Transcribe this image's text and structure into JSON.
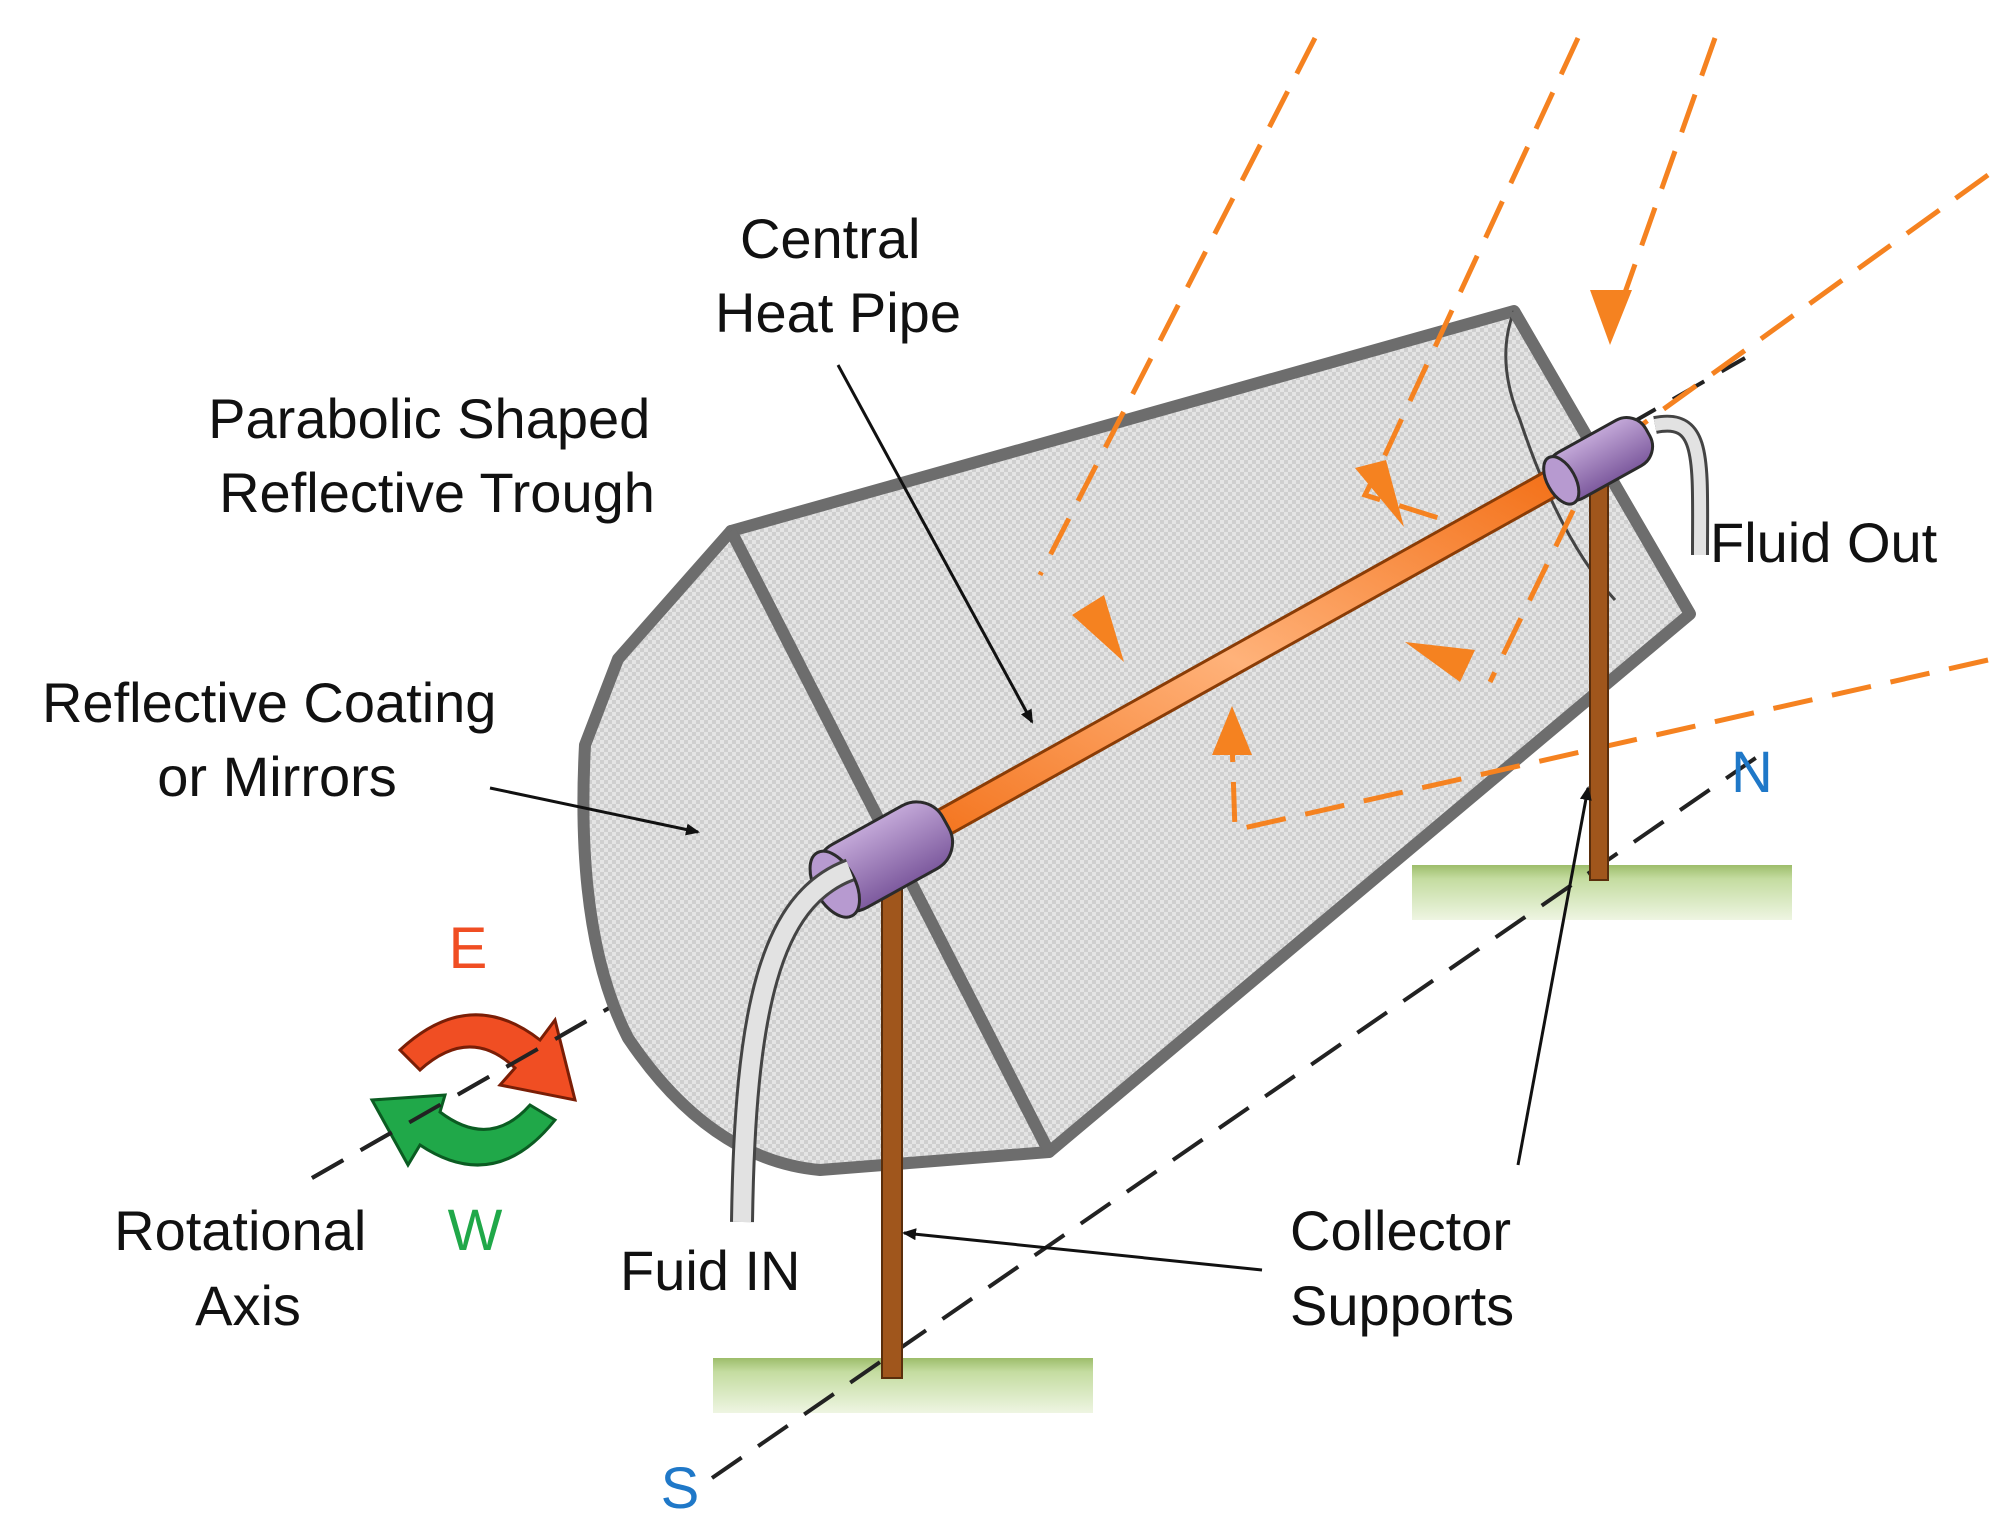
{
  "labels": {
    "central_heat_pipe": [
      "Central",
      "Heat Pipe"
    ],
    "trough": [
      "Parabolic Shaped",
      "Reflective Trough"
    ],
    "coating": [
      "Reflective Coating",
      "or Mirrors"
    ],
    "fluid_out": "Fluid Out",
    "fluid_in": "Fuid IN",
    "rotational_axis": [
      "Rotational",
      "Axis"
    ],
    "collector_supports": [
      "Collector",
      "Supports"
    ]
  },
  "directions": {
    "east": "E",
    "west": "W",
    "north": "N",
    "south": "S"
  },
  "colors": {
    "sun_ray": "#f58220",
    "frame": "#6d6d6d",
    "pipe": "#f57c1f",
    "collar": "#9b78b8",
    "support": "#a0561c",
    "ground": "#b5cf8a",
    "east_arrow": "#f04e23",
    "west_arrow": "#20a849",
    "compass": "#1f78c8"
  }
}
